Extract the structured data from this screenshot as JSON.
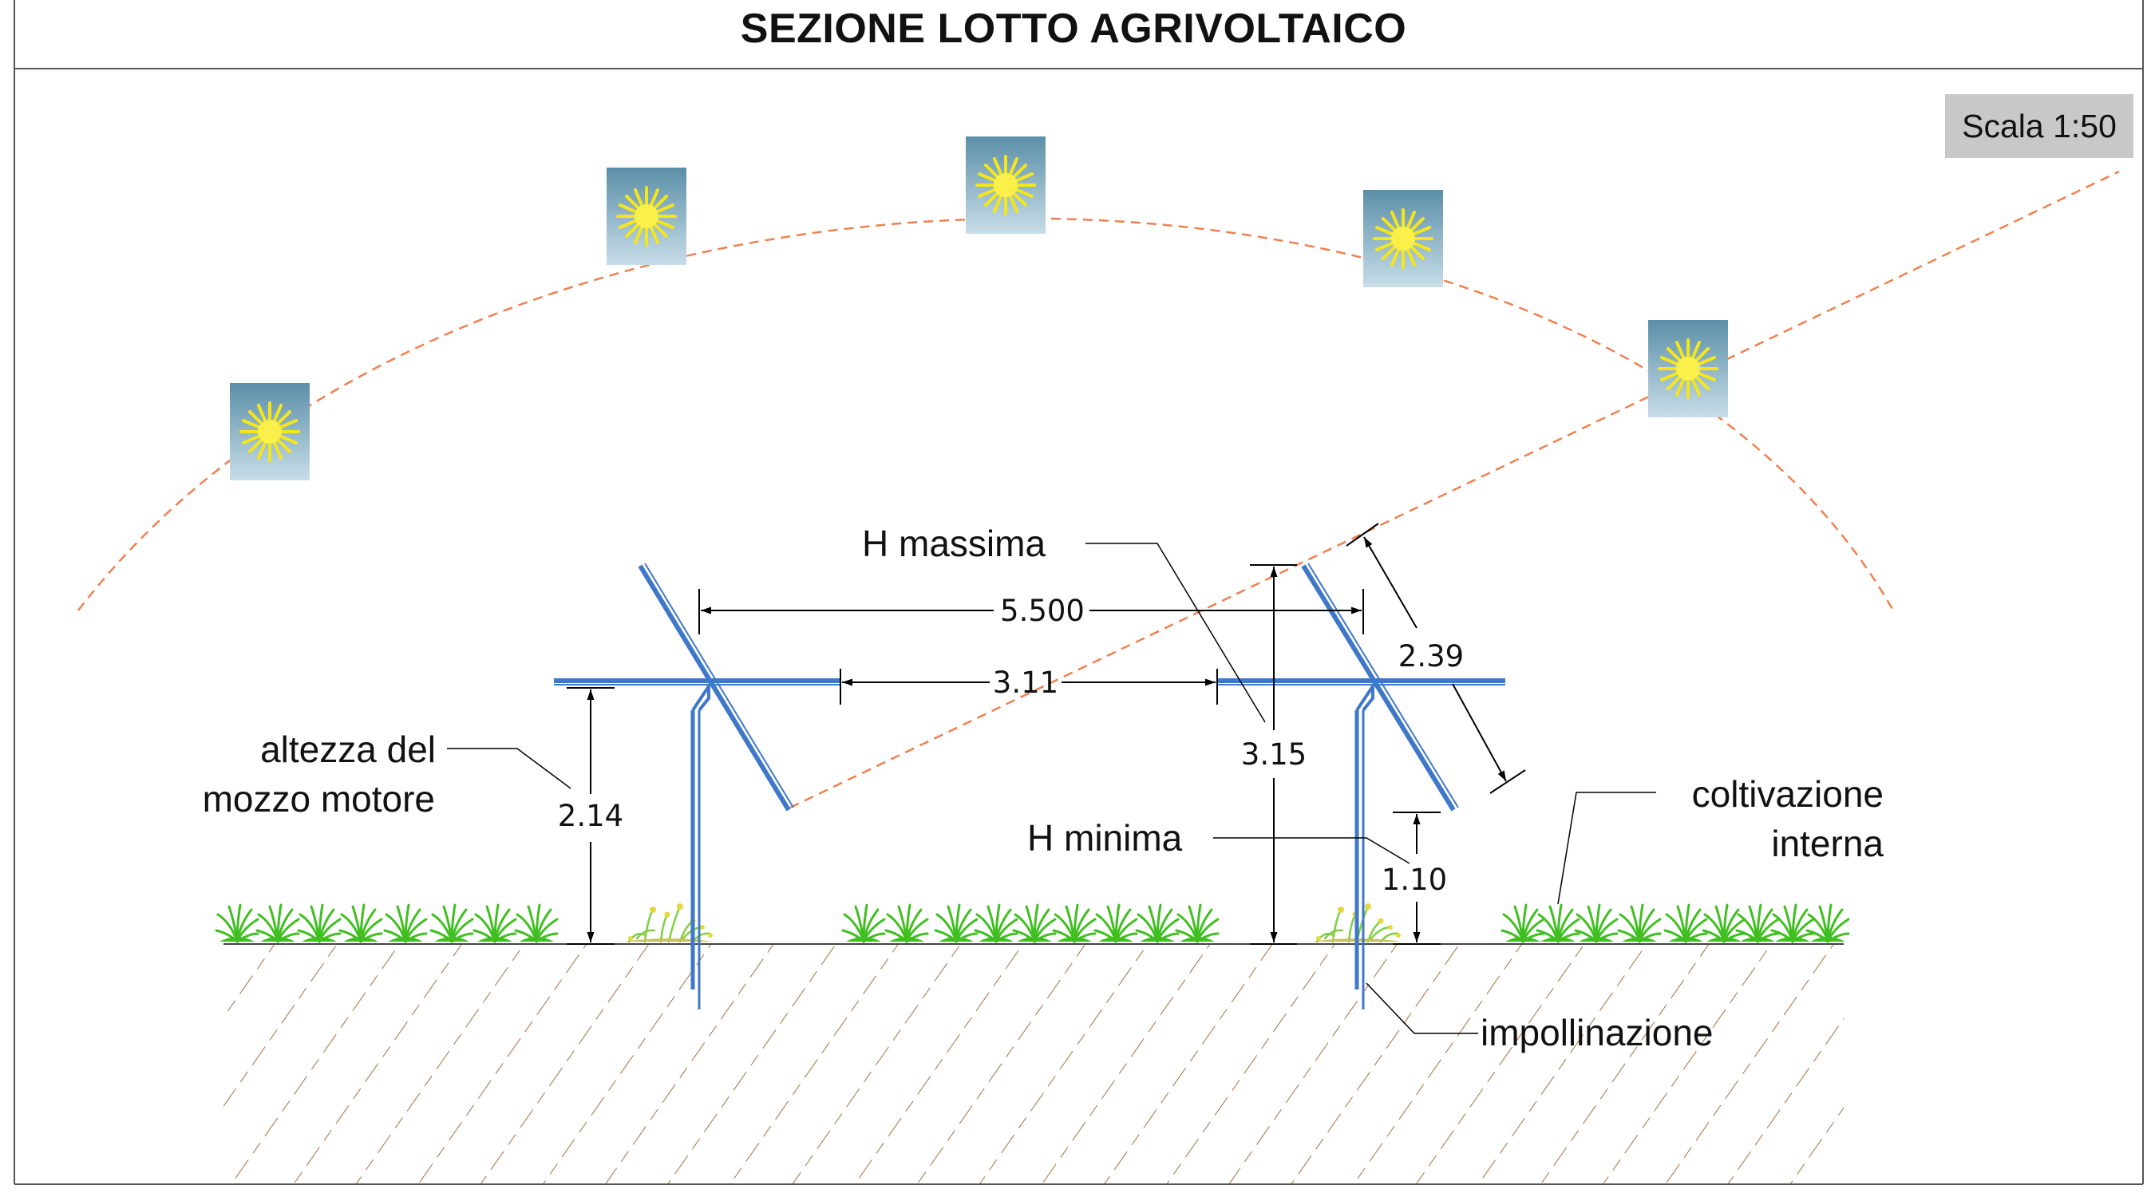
{
  "title": "SEZIONE LOTTO AGRIVOLTAICO",
  "scale": "Scala 1:50",
  "labels": {
    "h_massima": "H massima",
    "h_minima": "H minima",
    "hub_line1": "altezza del",
    "hub_line2": "mozzo motore",
    "crop_line1": "coltivazione",
    "crop_line2": "interna",
    "pollination": "impollinazione"
  },
  "dimensions": {
    "pitch": "5.500",
    "gap": "3.11",
    "hub_height": "2.14",
    "max_height": "3.15",
    "min_height": "1.10",
    "panel_width": "2.39"
  },
  "colors": {
    "structure": "#3f78c8",
    "sun_path": "#f08050",
    "soil_hatch": "#a07040",
    "crop": "#3fbf20",
    "sun": "#f5e61a",
    "sun_bg_top": "#5b8fa8",
    "sun_bg_bottom": "#c8dde8"
  },
  "icons": [
    "sun-icon",
    "crop-plant-icon",
    "pollinator-plant-icon"
  ]
}
